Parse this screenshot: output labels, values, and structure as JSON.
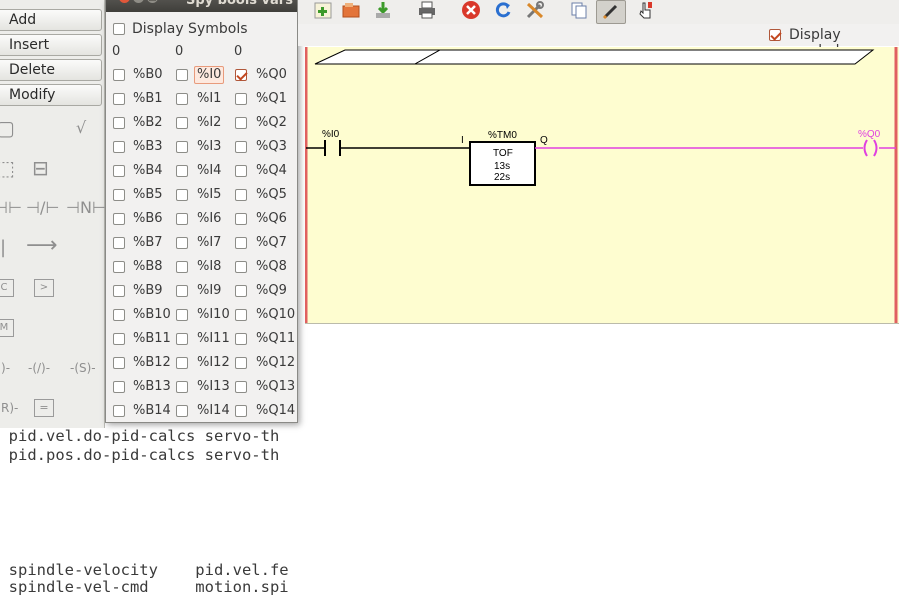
{
  "terminal": {
    "lines": [
      "f pid.vel.do-pid-calcs servo-th",
      "f pid.pos.do-pid-calcs servo-th",
      "  spindle-velocity    pid.vel.fe",
      "  spindle-vel-cmd     motion.spi"
    ]
  },
  "toolbox": {
    "buttons": [
      "Add",
      "Insert",
      "Delete",
      "Modify"
    ],
    "icons": {
      "r1a": "▢",
      "r1b": "√",
      "r2a": "⬚",
      "r2b": "⊟",
      "r3a": "⊣⊢",
      "r3b": "⊣/⊢",
      "r3c": "⊣N⊢",
      "r4a": "|",
      "r4b": "⟶",
      "r5a": "C",
      "r5b": ">",
      "r6a": "M",
      "r7a": "-()-",
      "r7b": "-(/)-",
      "r7c": "-(S)-",
      "r8a": "-(R)-",
      "r8b": "="
    }
  },
  "spy": {
    "title": "Spy bools vars",
    "display_symbols_label": "Display Symbols",
    "offsets": [
      "0",
      "0",
      "0"
    ],
    "col_b": [
      "%B0",
      "%B1",
      "%B2",
      "%B3",
      "%B4",
      "%B5",
      "%B6",
      "%B7",
      "%B8",
      "%B9",
      "%B10",
      "%B11",
      "%B12",
      "%B13",
      "%B14"
    ],
    "col_i": [
      "%I0",
      "%I1",
      "%I2",
      "%I3",
      "%I4",
      "%I5",
      "%I6",
      "%I7",
      "%I8",
      "%I9",
      "%I10",
      "%I11",
      "%I12",
      "%I13",
      "%I14"
    ],
    "col_q": [
      "%Q0",
      "%Q1",
      "%Q2",
      "%Q3",
      "%Q4",
      "%Q5",
      "%Q6",
      "%Q7",
      "%Q8",
      "%Q9",
      "%Q10",
      "%Q11",
      "%Q12",
      "%Q13",
      "%Q14"
    ],
    "checked_q": [
      true,
      false,
      false,
      false,
      false,
      false,
      false,
      false,
      false,
      false,
      false,
      false,
      false,
      false,
      false
    ]
  },
  "toolbar": {
    "icons": [
      "new-rung-icon",
      "open-icon",
      "save-icon",
      "print-icon",
      "stop-icon",
      "reset-icon",
      "config-icon",
      "copy-icon",
      "edit-icon",
      "pointer-icon"
    ]
  },
  "display_symbols": {
    "label": "Display symbols",
    "checked": true
  },
  "ladder": {
    "contact_label": "%I0",
    "timer_label": "%TM0",
    "timer_input": "I",
    "timer_output": "Q",
    "timer_type": "TOF",
    "timer_current": "13s",
    "timer_preset": "22s",
    "coil_label": "%Q0",
    "colors": {
      "active": "#e040e0",
      "inactive": "#000000",
      "rail": "#e06060",
      "background": "#fefdd0"
    }
  }
}
